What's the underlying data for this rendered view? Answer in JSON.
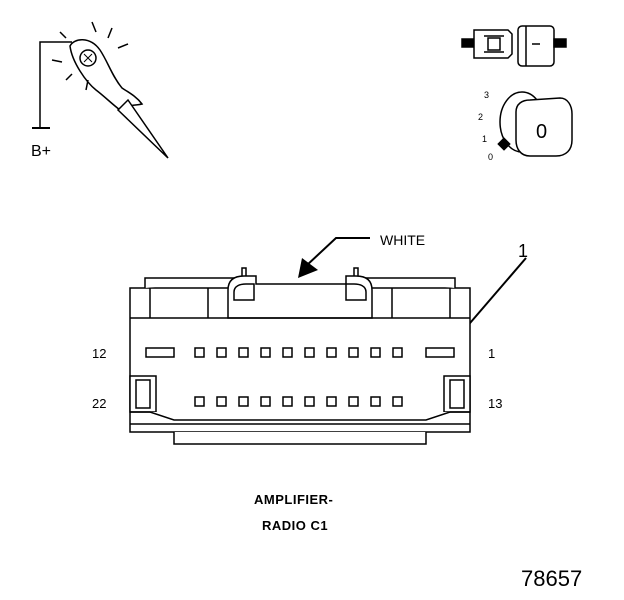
{
  "probe": {
    "supply_label": "B+"
  },
  "ignition": {
    "positions": [
      "3",
      "2",
      "1",
      "0"
    ],
    "key_symbol": "0"
  },
  "connector": {
    "color_label": "WHITE",
    "callout": "1",
    "pin_left_top": "12",
    "pin_right_top": "1",
    "pin_left_bottom": "22",
    "pin_right_bottom": "13"
  },
  "caption": {
    "line1": "AMPLIFIER-",
    "line2": "RADIO C1"
  },
  "figure_number": "78657"
}
